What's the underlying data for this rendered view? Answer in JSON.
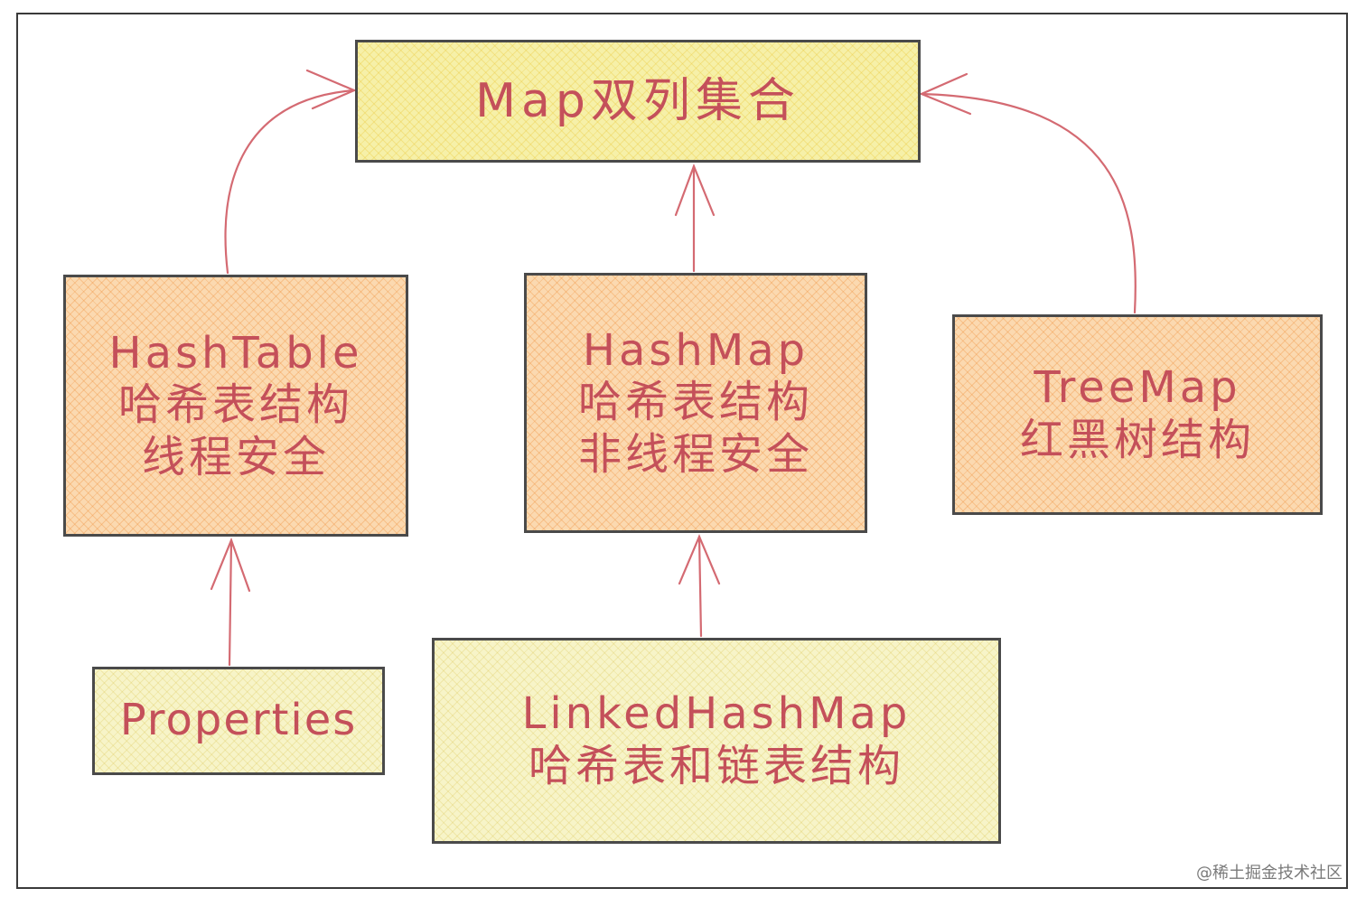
{
  "nodes": {
    "map": {
      "lines": [
        "Map双列集合"
      ]
    },
    "hashtable": {
      "lines": [
        "HashTable",
        "哈希表结构",
        "线程安全"
      ]
    },
    "hashmap": {
      "lines": [
        "HashMap",
        "哈希表结构",
        "非线程安全"
      ]
    },
    "treemap": {
      "lines": [
        "TreeMap",
        "红黑树结构"
      ]
    },
    "properties": {
      "lines": [
        "Properties"
      ]
    },
    "linkedhashmap": {
      "lines": [
        "LinkedHashMap",
        "哈希表和链表结构"
      ]
    }
  },
  "watermark": "@稀土掘金技术社区",
  "colors": {
    "text": "#c4505a",
    "arrow": "#d46a72",
    "border": "#4a4a4a"
  }
}
